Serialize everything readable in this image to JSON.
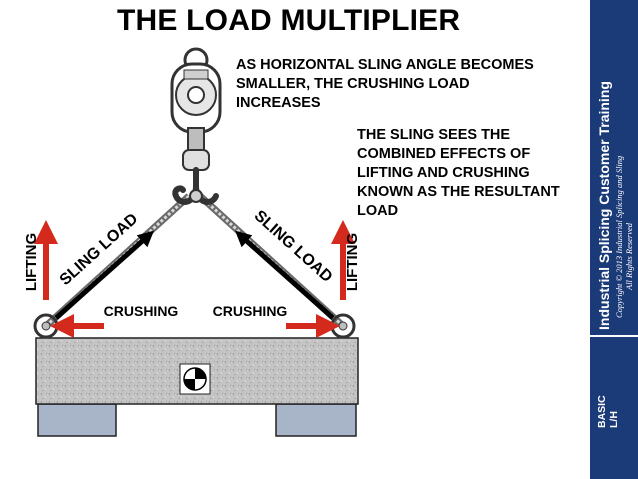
{
  "title": "THE LOAD MULTIPLIER",
  "notes": {
    "angle": [
      "AS HORIZONTAL SLING ANGLE BECOMES",
      "SMALLER, THE CRUSHING LOAD",
      "INCREASES"
    ],
    "resultant": [
      "THE SLING SEES THE",
      "COMBINED EFFECTS OF",
      "LIFTING AND CRUSHING",
      "KNOWN AS THE RESULTANT",
      "LOAD"
    ]
  },
  "labels": {
    "lifting_left": "LIFTING",
    "lifting_right": "LIFTING",
    "crushing_left": "CRUSHING",
    "crushing_right": "CRUSHING",
    "sling_left": "SLING LOAD",
    "sling_right": "SLING LOAD"
  },
  "sidebar": {
    "title": "Industrial Splicing Customer Training",
    "copyright_line1": "Copyright © 2013 Industrial Splicing and Sling",
    "copyright_line2": "All Rights Reserved",
    "level": [
      "BASIC",
      "L/H"
    ]
  },
  "colors": {
    "lifting_arrow": "#d42a1e",
    "sling_arrow": "#000000",
    "sidebar": "#1b3a78",
    "load_block": "#bdbdbd",
    "supports": "#a8b4c8"
  },
  "icons": [
    "pulley-block-icon",
    "hook-icon",
    "center-of-gravity-icon",
    "shackle-icon"
  ]
}
